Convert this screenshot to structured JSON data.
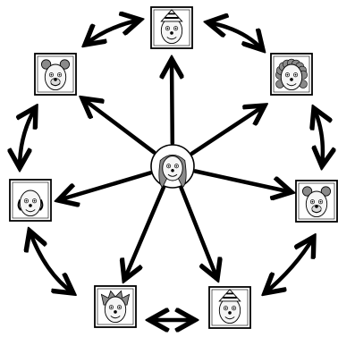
{
  "diagram": {
    "type": "radial-network",
    "colors": {
      "stroke": "#000000",
      "background": "#ffffff",
      "face_fill": "#f5f5f5",
      "hair_fill": "#8a8a8a"
    },
    "center": {
      "id": "center",
      "icon": "face-avatar-icon",
      "variant": "long-hair"
    },
    "nodes": [
      {
        "id": "top",
        "icon": "face-avatar-icon",
        "variant": "party-hat"
      },
      {
        "id": "top-right",
        "icon": "face-avatar-icon",
        "variant": "curly-hair"
      },
      {
        "id": "right",
        "icon": "face-avatar-icon",
        "variant": "bear-ears"
      },
      {
        "id": "bottom-right",
        "icon": "face-avatar-icon",
        "variant": "party-hat"
      },
      {
        "id": "bottom-left",
        "icon": "face-avatar-icon",
        "variant": "spiky-hair"
      },
      {
        "id": "left",
        "icon": "face-avatar-icon",
        "variant": "bald"
      },
      {
        "id": "top-left",
        "icon": "face-avatar-icon",
        "variant": "bear-ears"
      }
    ],
    "spokes": [
      {
        "from": "center",
        "to": "top"
      },
      {
        "from": "center",
        "to": "top-right"
      },
      {
        "from": "center",
        "to": "right"
      },
      {
        "from": "center",
        "to": "bottom-right"
      },
      {
        "from": "center",
        "to": "bottom-left"
      },
      {
        "from": "center",
        "to": "left"
      },
      {
        "from": "center",
        "to": "top-left"
      }
    ],
    "ring_links": [
      {
        "from": "top",
        "to": "top-right",
        "direction": "both"
      },
      {
        "from": "top-right",
        "to": "right",
        "direction": "both"
      },
      {
        "from": "right",
        "to": "bottom-right",
        "direction": "both"
      },
      {
        "from": "bottom-right",
        "to": "bottom-left",
        "direction": "both"
      },
      {
        "from": "bottom-left",
        "to": "left",
        "direction": "both"
      },
      {
        "from": "left",
        "to": "top-left",
        "direction": "both"
      },
      {
        "from": "top-left",
        "to": "top",
        "direction": "both"
      }
    ]
  }
}
